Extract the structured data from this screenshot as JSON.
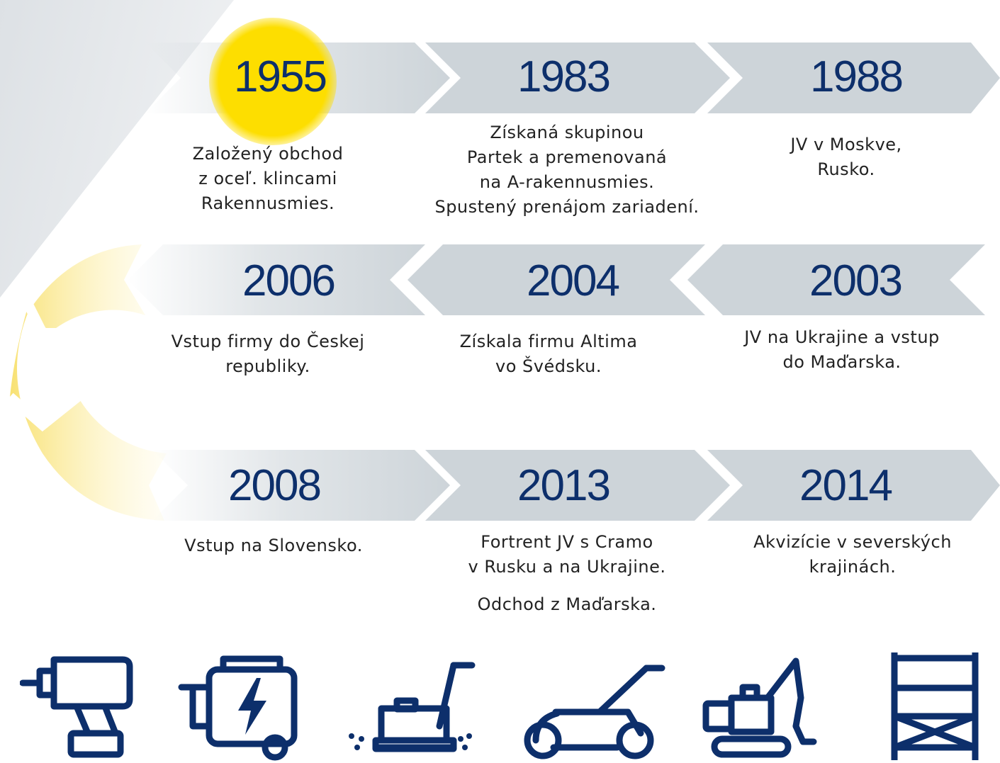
{
  "colors": {
    "navy": "#0d2f6b",
    "arrow_grey": "#cdd4d9",
    "highlight_yellow": "#fdde00",
    "text": "#222222"
  },
  "timeline": [
    {
      "year": "1955",
      "highlighted": true,
      "lines": [
        "Založený obchod",
        "z oceľ. klincami",
        "Rakennusmies."
      ]
    },
    {
      "year": "1983",
      "lines": [
        "Získaná skupinou",
        "Partek a premenovaná",
        "na A-rakennusmies.",
        "Spustený prenájom zariadení."
      ]
    },
    {
      "year": "1988",
      "lines": [
        "JV v Moskve,",
        "Rusko."
      ]
    },
    {
      "year": "2006",
      "lines": [
        "Vstup firmy do Českej",
        "republiky."
      ]
    },
    {
      "year": "2004",
      "lines": [
        "Získala firmu Altima",
        "vo Švédsku."
      ]
    },
    {
      "year": "2003",
      "lines": [
        "JV na Ukrajine a vstup",
        "do Maďarska."
      ]
    },
    {
      "year": "2008",
      "lines": [
        "Vstup na Slovensko."
      ]
    },
    {
      "year": "2013",
      "lines": [
        "Fortrent JV s Cramo",
        "v Rusku a na Ukrajine."
      ],
      "extra": "Odchod z Maďarska."
    },
    {
      "year": "2014",
      "lines": [
        "Akvizície v severských",
        "krajinách."
      ]
    }
  ],
  "icons": [
    "drill-icon",
    "generator-icon",
    "floor-grinder-icon",
    "lawn-mower-icon",
    "excavator-icon",
    "scaffolding-icon"
  ]
}
